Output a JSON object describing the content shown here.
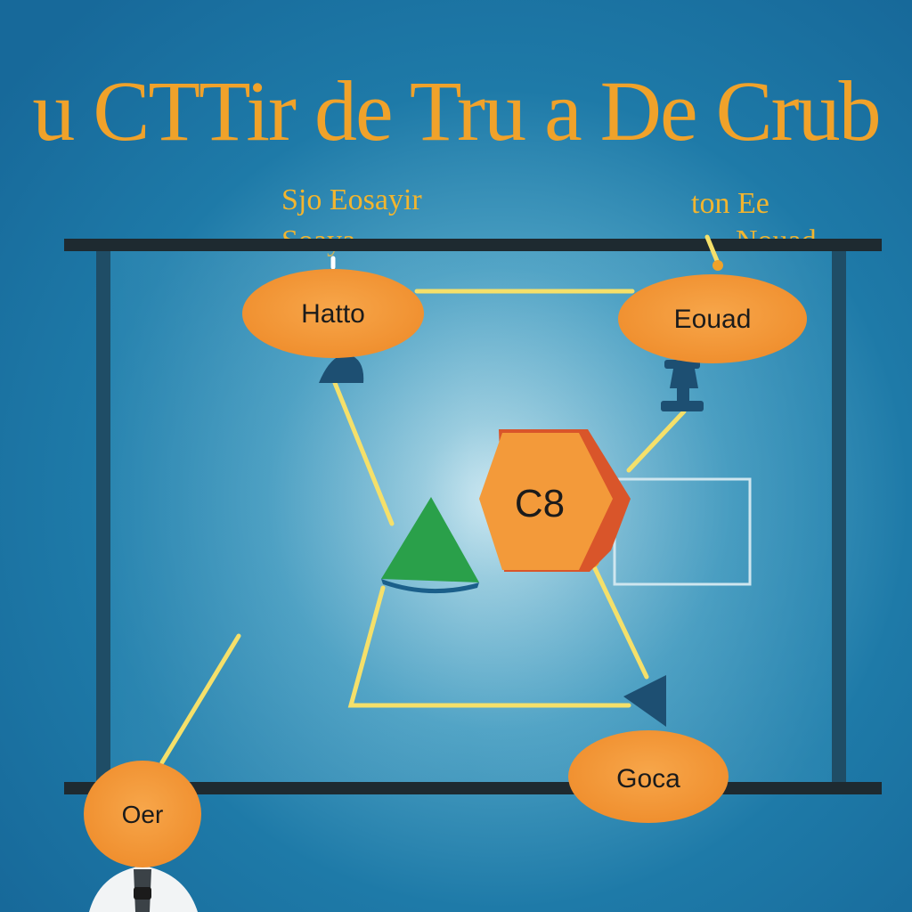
{
  "title": "u CTTir de Tru a De Crub",
  "annotations": {
    "top_left_line1": "Sjo Eosayir",
    "top_left_line2": "Soaya",
    "top_right_line1": "ton Ee",
    "top_right_line2": "Nouad"
  },
  "nodes": {
    "top_left": "Hatto",
    "top_right": "Eouad",
    "center": "C8",
    "bottom_right": "Goca",
    "bottom_left": "Oer"
  },
  "colors": {
    "background": "#1e7aa8",
    "node_fill": "#f39a3a",
    "title": "#f0a22a",
    "connector": "#f5e06a",
    "frame": "#1e2a30",
    "hexagon_side": "#d9552a",
    "triangle": "#2aa04a"
  }
}
